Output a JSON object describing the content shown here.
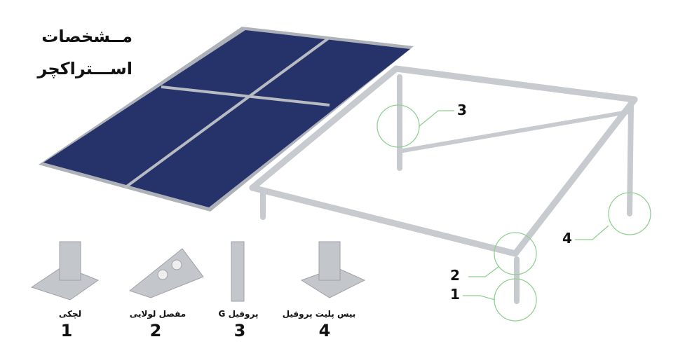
{
  "title": {
    "line1": "مــشخصات",
    "line2": "اســـتراکچر"
  },
  "parts": [
    {
      "number": "1",
      "label": "لچکی"
    },
    {
      "number": "2",
      "label": "مفصل لولایی"
    },
    {
      "number": "3",
      "label": "پروفیل G"
    },
    {
      "number": "4",
      "label": "بیس پلیت پروفیل"
    }
  ],
  "callouts": [
    "3",
    "4",
    "2",
    "1"
  ],
  "colors": {
    "panel": "#1f2a5a",
    "frame": "#c9ccd0",
    "callout": "#8fd18f"
  }
}
